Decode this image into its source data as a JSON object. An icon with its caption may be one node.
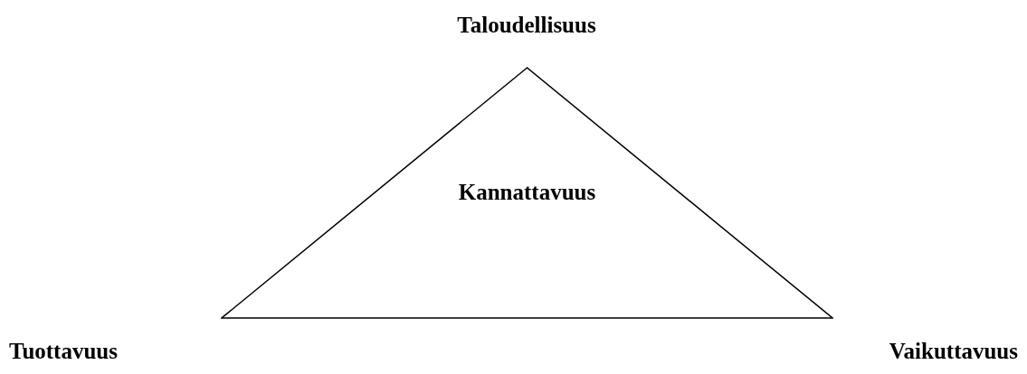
{
  "diagram": {
    "nodes": [
      {
        "text": [
          "Kannattavuus"
        ]
      }
    ],
    "labels": [
      "Taloudellisuus",
      "Tuottavuus",
      "Vaikuttavuus"
    ]
  }
}
